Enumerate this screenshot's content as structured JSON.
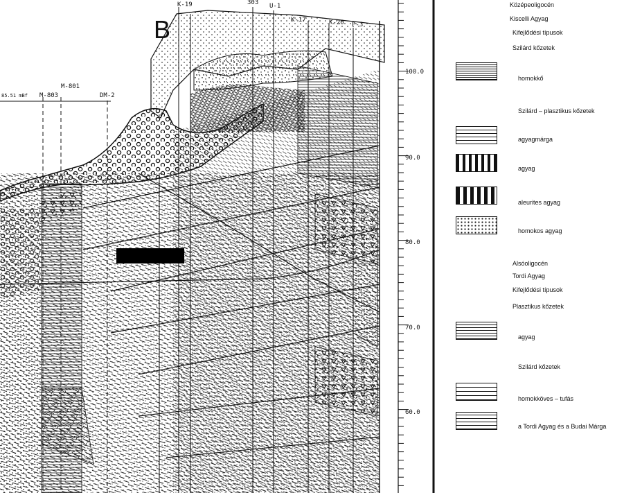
{
  "section": {
    "letter": "B",
    "wells": [
      {
        "name": "K-19"
      },
      {
        "name": "303"
      },
      {
        "name": "U-1"
      },
      {
        "name": "K-17"
      },
      {
        "name": "K-20"
      },
      {
        "name": "P-3"
      },
      {
        "name": "M-801"
      },
      {
        "name": "M-803"
      },
      {
        "name": "DM-2"
      }
    ],
    "sea_level_label": "85.51 mBf",
    "scale_ticks": [
      "100.0",
      "90.0",
      "80.0",
      "70.0",
      "60.0"
    ]
  },
  "legend": {
    "items": [
      {
        "text": "Középeoligocén",
        "kind": "heading"
      },
      {
        "text": "Kiscelli Agyag",
        "kind": "sub"
      },
      {
        "text": "Kifejlődési típusok",
        "kind": "sub2"
      },
      {
        "text": "Szilárd kőzetek",
        "kind": "sub2"
      },
      {
        "text": "homokkő",
        "kind": "entry",
        "pattern": "dense"
      },
      {
        "text": "Szilárd – plasztikus kőzetek",
        "kind": "sub2"
      },
      {
        "text": "agyagmárga",
        "kind": "entry",
        "pattern": "dashes"
      },
      {
        "text": "agyag",
        "kind": "entry",
        "pattern": "shortdash"
      },
      {
        "text": "aleurites agyag",
        "kind": "entry",
        "pattern": "crossdash"
      },
      {
        "text": "homokos agyag",
        "kind": "entry",
        "pattern": "dots"
      },
      {
        "text": "Alsóoligocén",
        "kind": "heading"
      },
      {
        "text": "Tordi Agyag",
        "kind": "sub"
      },
      {
        "text": "Kifejlődési típusok",
        "kind": "sub2"
      },
      {
        "text": "Plasztikus kőzetek",
        "kind": "sub2"
      },
      {
        "text": "agyag",
        "kind": "entry",
        "pattern": "lines"
      },
      {
        "text": "Szilárd kőzetek",
        "kind": "sub2"
      },
      {
        "text": "homokköves – tufás",
        "kind": "entry",
        "pattern": "triangles"
      },
      {
        "text": "a Tordi Agyag és a Budai Márga",
        "kind": "entry",
        "pattern": "mixed"
      }
    ]
  },
  "colors": {
    "ink": "#111111",
    "paper": "#ffffff",
    "redaction": "#000000"
  }
}
